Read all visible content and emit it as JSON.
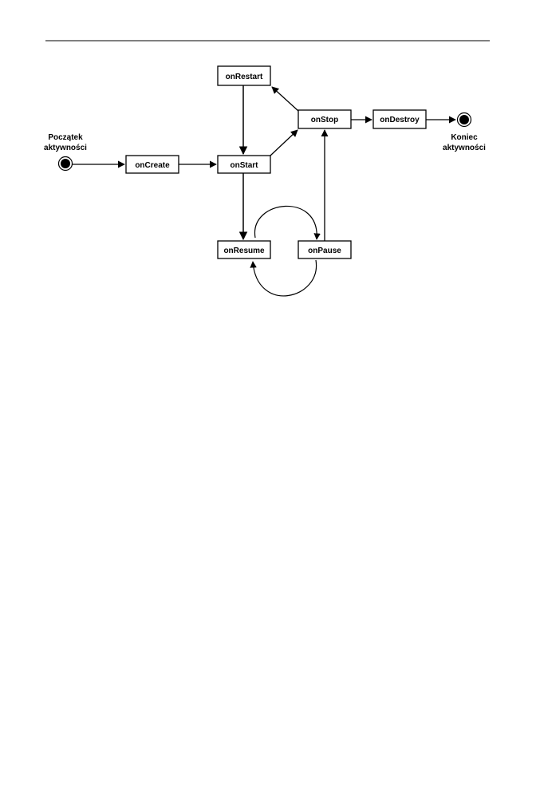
{
  "diagram": {
    "start_label": [
      "Początek",
      "aktywności"
    ],
    "end_label": [
      "Koniec",
      "aktywności"
    ],
    "nodes": {
      "onRestart": "onRestart",
      "onCreate": "onCreate",
      "onStart": "onStart",
      "onStop": "onStop",
      "onDestroy": "onDestroy",
      "onResume": "onResume",
      "onPause": "onPause"
    },
    "colors": {
      "line": "#000000",
      "box_border": "#000000",
      "background": "#ffffff"
    }
  }
}
